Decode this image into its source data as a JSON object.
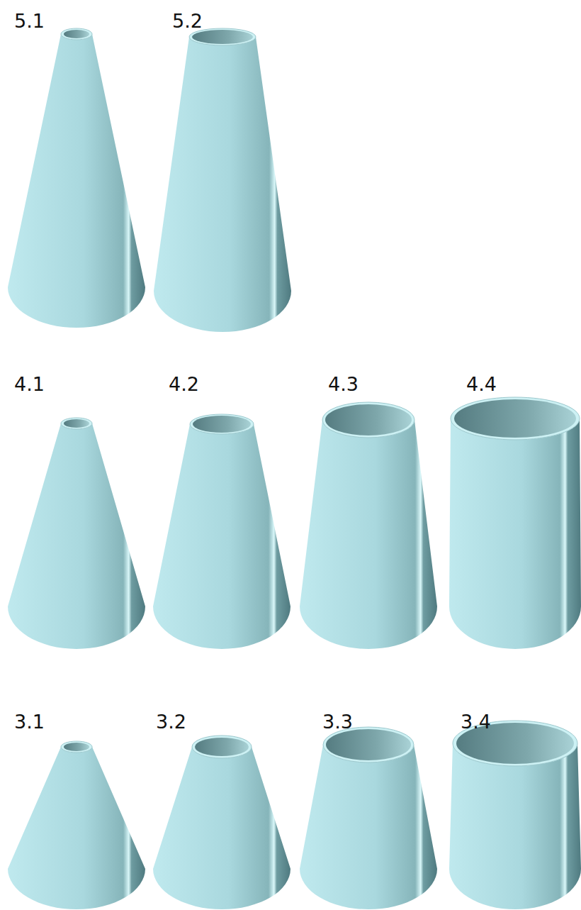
{
  "diagram": {
    "labels": [
      "5.1",
      "5.2",
      "4.1",
      "4.2",
      "4.3",
      "4.4",
      "3.1",
      "3.2",
      "3.3",
      "3.4"
    ]
  }
}
